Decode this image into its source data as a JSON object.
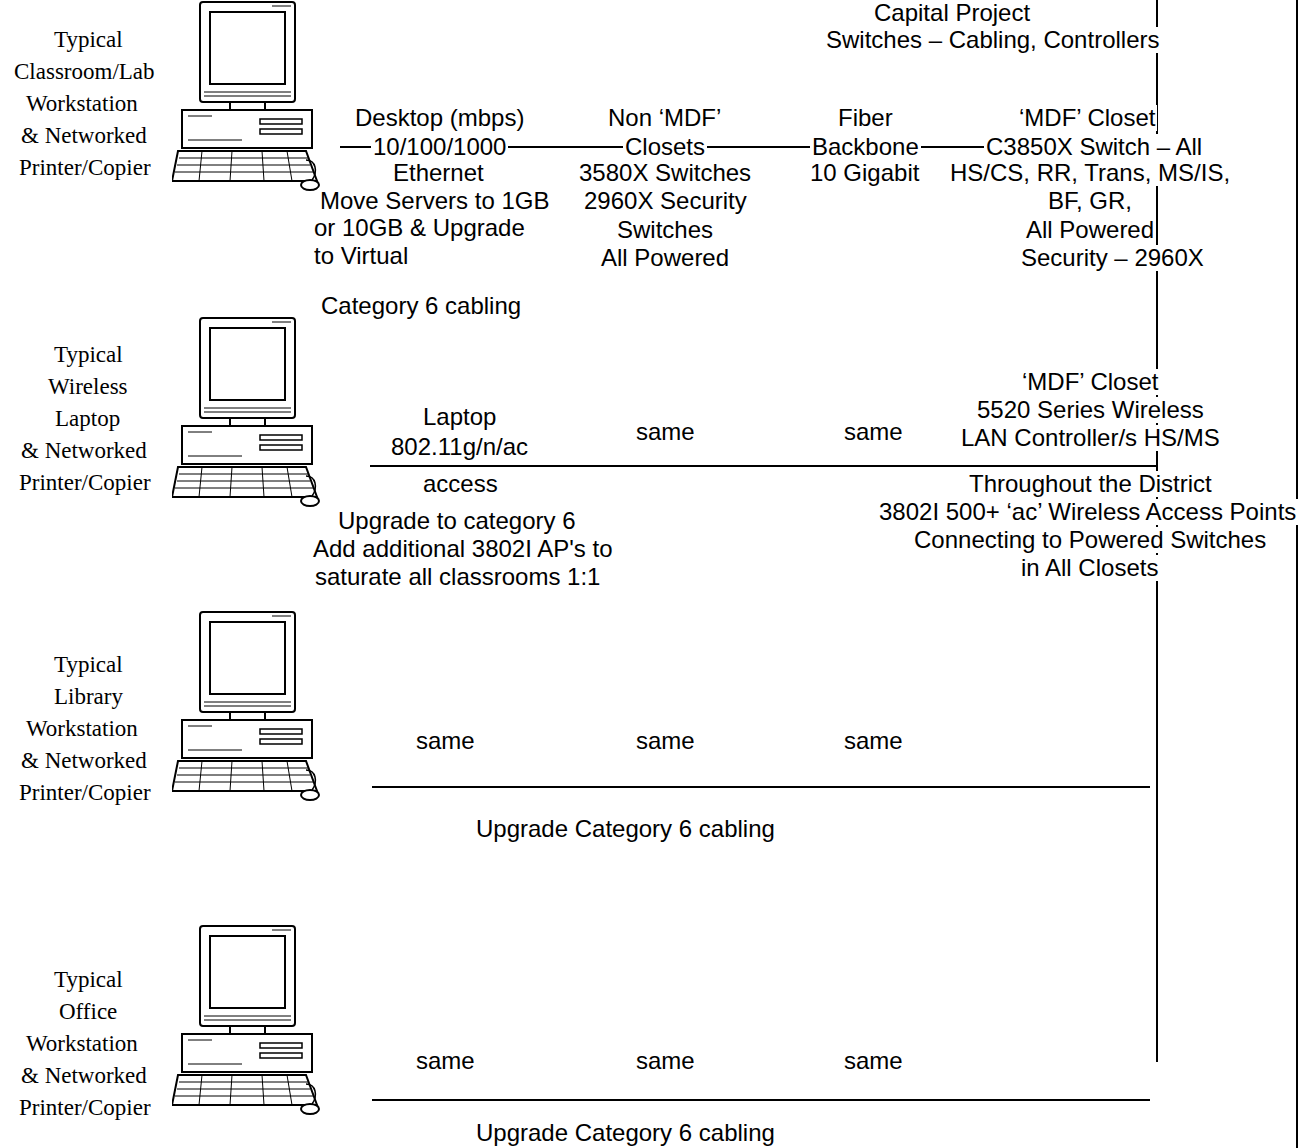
{
  "diagram": {
    "labels": [
      "Capital Project",
      "Switches – Cabling, Controllers",
      "Typical",
      "Classroom/Lab",
      "Workstation",
      "& Networked",
      "Printer/Copier",
      "Desktop (mbps)",
      "10/100/1000",
      "Ethernet",
      "Move Servers to 1GB",
      "or 10GB & Upgrade",
      "to Virtual",
      "Category 6 cabling",
      "Non ‘MDF’",
      "Closets",
      "3580X Switches",
      "2960X Security",
      "Switches",
      "All Powered",
      "Fiber",
      "Backbone",
      "10 Gigabit",
      "‘MDF’ Closet",
      "C3850X Switch – All",
      "HS/CS, RR, Trans, MS/IS,",
      "BF, GR,",
      "All Powered",
      "Security – 2960X",
      "Typical",
      "Wireless",
      "Laptop",
      "& Networked",
      "Printer/Copier",
      "Laptop",
      "802.11g/n/ac",
      "access",
      "same",
      "same",
      "‘MDF’ Closet",
      "5520 Series Wireless",
      "LAN Controller/s HS/MS",
      "Throughout the District",
      "3802I 500+ ‘ac’ Wireless Access Points",
      "Connecting to Powered Switches",
      "in All Closets",
      "Upgrade to category 6",
      "Add additional 3802I AP's to",
      "saturate all classrooms 1:1",
      "Typical",
      "Library",
      "Workstation",
      "& Networked",
      "Printer/Copier",
      "same",
      "same",
      "same",
      "Upgrade Category 6 cabling",
      "Typical",
      "Office",
      "Workstation",
      "& Networked",
      "Printer/Copier",
      "same",
      "same",
      "same",
      "Upgrade Category 6 cabling"
    ]
  }
}
